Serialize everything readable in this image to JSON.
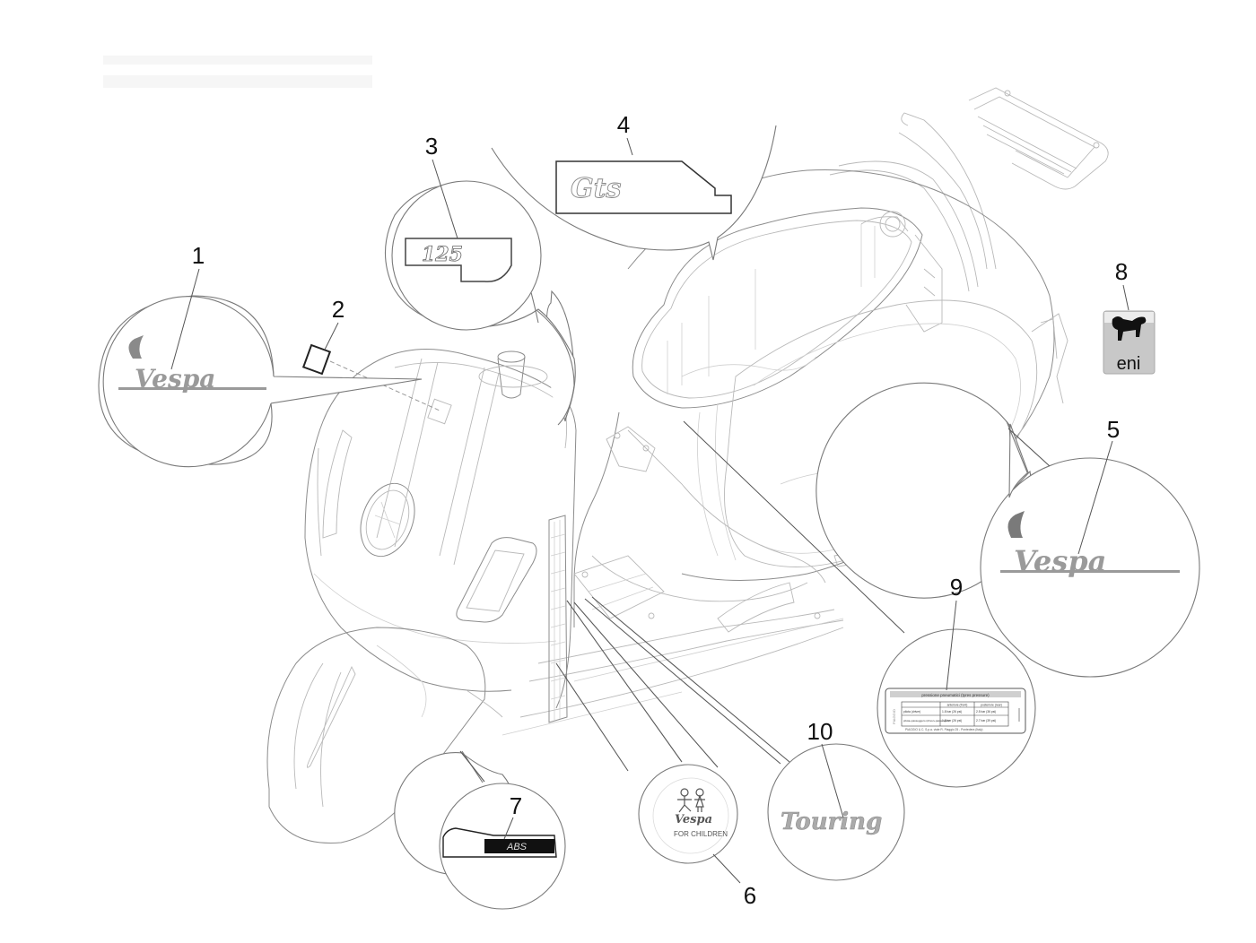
{
  "diagram": {
    "subject": "Vespa GTS 125 scooter — plates, emblems and decals",
    "callouts": [
      {
        "number": "1",
        "part": "front-emblem",
        "text": "Vespa"
      },
      {
        "number": "2",
        "part": "small-label",
        "text": ""
      },
      {
        "number": "3",
        "part": "displacement-badge",
        "text": "125"
      },
      {
        "number": "4",
        "part": "model-badge",
        "text": "Gts"
      },
      {
        "number": "5",
        "part": "side-emblem",
        "text": "Vespa"
      },
      {
        "number": "6",
        "part": "children-sticker",
        "text": "Vespa",
        "subtext": "FOR CHILDREN"
      },
      {
        "number": "7",
        "part": "abs-decal",
        "text": "ABS"
      },
      {
        "number": "8",
        "part": "eni-decal",
        "text": "eni"
      },
      {
        "number": "9",
        "part": "tyre-pressure-label",
        "text": "pressione pneumatici (tyres pressure)"
      },
      {
        "number": "10",
        "part": "touring-emblem",
        "text": "Touring"
      }
    ],
    "tyre_label": {
      "title": "pressione pneumatici (tyres pressure)",
      "brand_vertical": "PIAGGIO",
      "headers": [
        "",
        "anteriore (front)",
        "posteriore (rear)"
      ],
      "rows": [
        [
          "pilota (driver)",
          "1.8 bar (26 psi)",
          "2.5 bar (36 psi)"
        ],
        [
          "pilota+passeggero (driver+passenger)",
          "1.8 bar (26 psi)",
          "2.7 bar (39 psi)"
        ]
      ],
      "footer": "PIAGGIO & C. S.p.a. viale R. Piaggio 25 - Pontedera (Italy)"
    },
    "colors": {
      "line": "#8c8c8c",
      "text": "#111111",
      "eni_yellow": "#c8c8c8",
      "abs_black": "#111111"
    }
  }
}
